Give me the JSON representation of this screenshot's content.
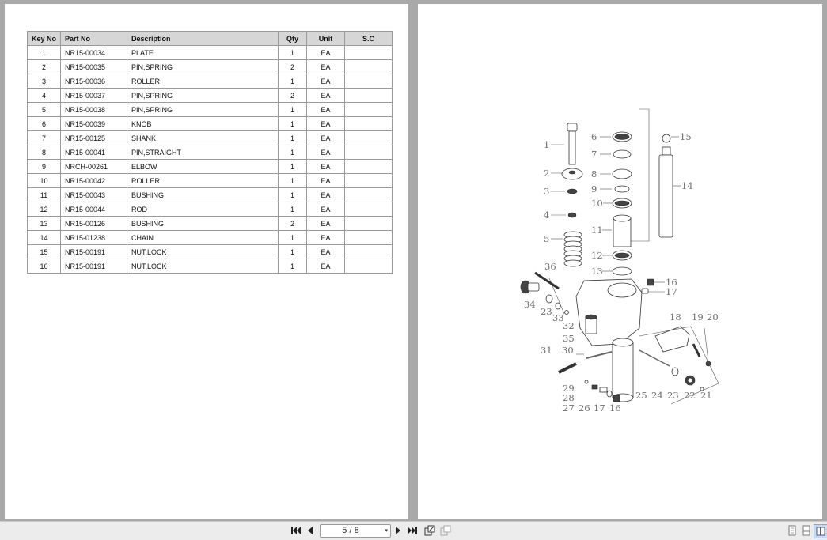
{
  "table": {
    "headers": [
      "Key No",
      "Part No",
      "Description",
      "Qty",
      "Unit",
      "S.C"
    ],
    "rows": [
      [
        "1",
        "NR15-00034",
        "PLATE",
        "1",
        "EA",
        ""
      ],
      [
        "2",
        "NR15-00035",
        "PIN,SPRING",
        "2",
        "EA",
        ""
      ],
      [
        "3",
        "NR15-00036",
        "ROLLER",
        "1",
        "EA",
        ""
      ],
      [
        "4",
        "NR15-00037",
        "PIN,SPRING",
        "2",
        "EA",
        ""
      ],
      [
        "5",
        "NR15-00038",
        "PIN,SPRING",
        "1",
        "EA",
        ""
      ],
      [
        "6",
        "NR15-00039",
        "KNOB",
        "1",
        "EA",
        ""
      ],
      [
        "7",
        "NR15-00125",
        "SHANK",
        "1",
        "EA",
        ""
      ],
      [
        "8",
        "NR15-00041",
        "PIN,STRAIGHT",
        "1",
        "EA",
        ""
      ],
      [
        "9",
        "NRCH-00261",
        "ELBOW",
        "1",
        "EA",
        ""
      ],
      [
        "10",
        "NR15-00042",
        "ROLLER",
        "1",
        "EA",
        ""
      ],
      [
        "11",
        "NR15-00043",
        "BUSHING",
        "1",
        "EA",
        ""
      ],
      [
        "12",
        "NR15-00044",
        "ROD",
        "1",
        "EA",
        ""
      ],
      [
        "13",
        "NR15-00126",
        "BUSHING",
        "2",
        "EA",
        ""
      ],
      [
        "14",
        "NR15-01238",
        "CHAIN",
        "1",
        "EA",
        ""
      ],
      [
        "15",
        "NR15-00191",
        "NUT,LOCK",
        "1",
        "EA",
        ""
      ],
      [
        "16",
        "NR15-00191",
        "NUT,LOCK",
        "1",
        "EA",
        ""
      ]
    ]
  },
  "diagram": {
    "callouts": [
      "1",
      "2",
      "3",
      "4",
      "5",
      "6",
      "7",
      "8",
      "9",
      "10",
      "11",
      "12",
      "13",
      "14",
      "15",
      "16",
      "17",
      "18",
      "19",
      "20",
      "21",
      "22",
      "23",
      "24",
      "25",
      "16",
      "17",
      "26",
      "27",
      "28",
      "29",
      "30",
      "31",
      "32",
      "33",
      "23",
      "34",
      "35",
      "36"
    ]
  },
  "toolbar": {
    "page_indicator": "5 / 8",
    "icons": [
      "first-page-icon",
      "prev-page-icon",
      "next-page-icon",
      "last-page-icon",
      "open-in-new-icon",
      "pages-icon",
      "single-page-view-icon",
      "continuous-view-icon",
      "two-page-view-icon"
    ]
  }
}
